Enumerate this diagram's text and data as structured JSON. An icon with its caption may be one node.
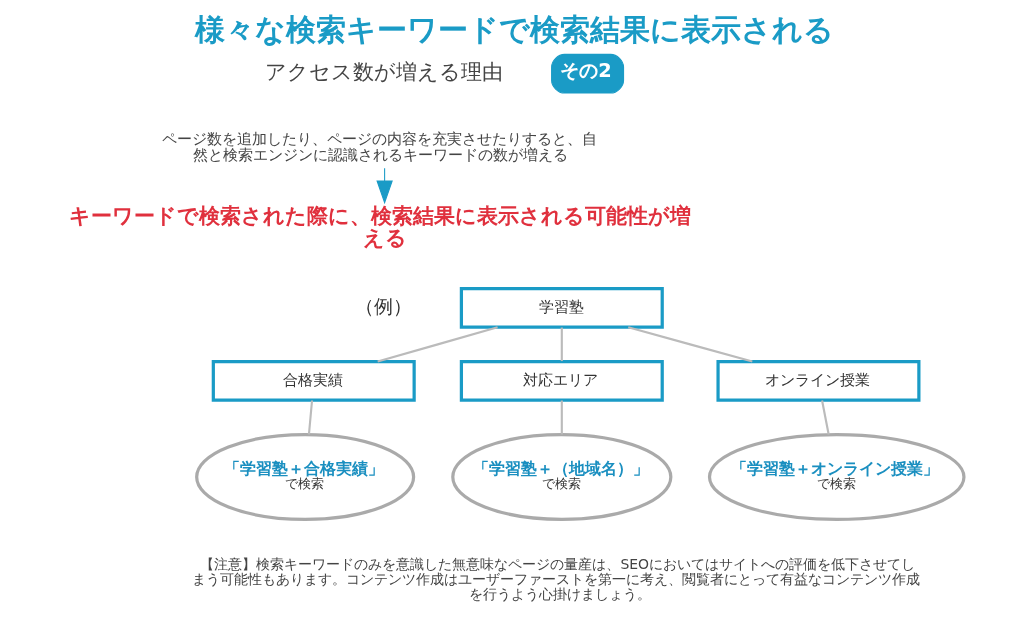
{
  "diagram": {
    "title": "様々な検索キーワードで検索結果に表示される",
    "nodes": [
      {
        "text": [
          "学習塾"
        ]
      },
      {
        "text": [
          "合格実績"
        ]
      },
      {
        "text": [
          "対応エリア"
        ]
      },
      {
        "text": [
          "オンライン授業"
        ]
      },
      {
        "text": [
          "「学習塾＋合格実績」",
          "で検索"
        ]
      },
      {
        "text": [
          "「学習塾＋（地域名）」",
          "で検索"
        ]
      },
      {
        "text": [
          "「学習塾＋オンライン授業」",
          "で検索"
        ]
      },
      {
        "text": [
          "ページ数を追加したり、ページの内容を充実させたりすると、自然と検索エンジンに認識されるキーワードの数が増える"
        ]
      },
      {
        "text": [
          "キーワードで検索された際に、検索結果に表示される可能性が増える"
        ]
      }
    ],
    "edges": [
      {
        "from": 7,
        "to": 8,
        "arrow": "to",
        "color": "#1a9bc6"
      },
      {
        "from": 0,
        "to": 1,
        "arrow": "none"
      },
      {
        "from": 0,
        "to": 2,
        "arrow": "none"
      },
      {
        "from": 0,
        "to": 3,
        "arrow": "none"
      },
      {
        "from": 1,
        "to": 4,
        "arrow": "none"
      },
      {
        "from": 2,
        "to": 5,
        "arrow": "none"
      },
      {
        "from": 3,
        "to": 6,
        "arrow": "none"
      }
    ],
    "labels": [
      "アクセス数が増える理由",
      "その2",
      "（例）",
      "【注意】検索キーワードのみを意識した無意味なページの量産は、SEOにおいてはサイトへの評価を低下させてしまう可能性もあります。コンテンツ作成はユーザーファーストを第一に考え、閲覧者にとって有益なコンテンツ作成を行うよう心掛けましょう。"
    ]
  }
}
